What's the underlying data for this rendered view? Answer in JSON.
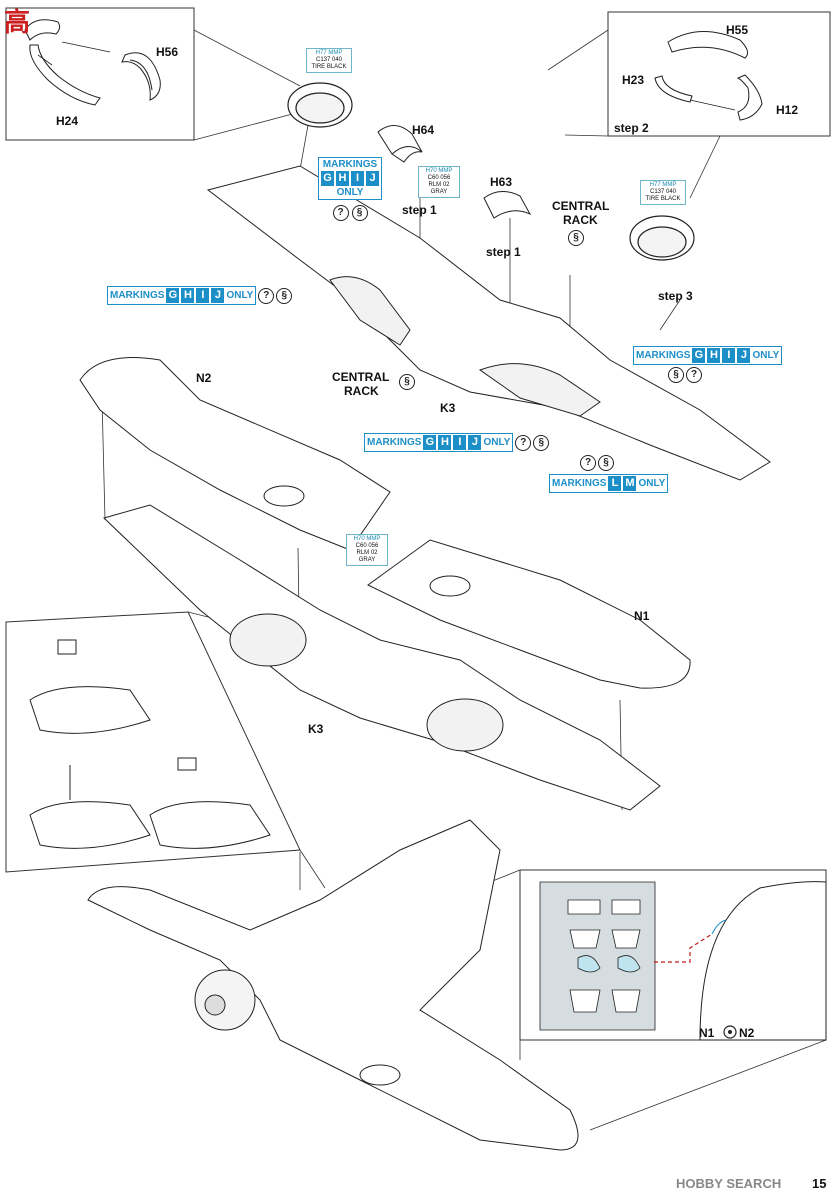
{
  "watermark": {
    "logo_text": "高",
    "corner_text": "HOBBY SEARCH",
    "page_number": "15"
  },
  "labels": {
    "h56": "H56",
    "h24": "H24",
    "h55": "H55",
    "h23": "H23",
    "h12": "H12",
    "h64": "H64",
    "h63": "H63",
    "step1a": "step 1",
    "step1b": "step 1",
    "step2": "step 2",
    "step3": "step 3",
    "central_rack_1": "CENTRAL",
    "central_rack_1b": "RACK",
    "central_rack_2": "CENTRAL",
    "central_rack_2b": "RACK",
    "k3a": "K3",
    "k3b": "K3",
    "n1": "N1",
    "n2": "N2",
    "n1n2": "N1",
    "n2b": "N2"
  },
  "markings": {
    "word": "MARKINGS",
    "only": "ONLY",
    "letters_ghij": [
      "G",
      "H",
      "I",
      "J"
    ],
    "letters_lm": [
      "L",
      "M"
    ]
  },
  "paints": {
    "tire_black_1": {
      "codes": "H77  MMP",
      "codes2": "C137  040",
      "name": "TIRE BLACK"
    },
    "tire_black_2": {
      "codes": "H77  MMP",
      "codes2": "C137  040",
      "name": "TIRE BLACK"
    },
    "rlm02_1": {
      "codes": "H70  MMP",
      "codes2": "C60  056",
      "name": "RLM 02",
      "name2": "GRAY"
    },
    "rlm02_2": {
      "codes": "H70  MMP",
      "codes2": "C60  056",
      "name": "RLM 02",
      "name2": "GRAY"
    }
  },
  "colors": {
    "accent": "#1d8fc8",
    "line": "#222222",
    "paint_border": "#6fb6c9",
    "dashed_red": "#c01c1c"
  }
}
